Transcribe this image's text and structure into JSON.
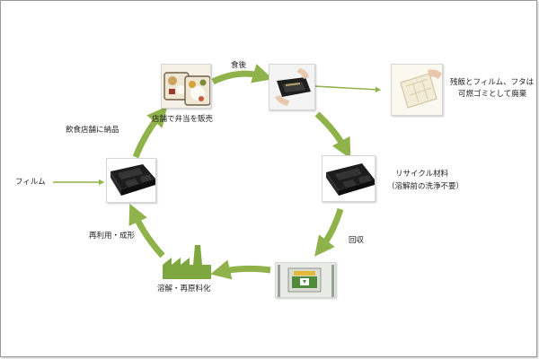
{
  "labels": {
    "after_meal": "食後",
    "sell_bento": "店舗で弁当を販売",
    "residue_1": "残飯とフィルム、フタは",
    "residue_2": "可燃ゴミとして廃棄",
    "deliver": "飲食店舗に納品",
    "film": "フィルム",
    "recycle_1": "リサイクル材料",
    "recycle_2": "（溶解前の洗浄不要）",
    "reuse": "再利用・成形",
    "collect": "回収",
    "melt": "溶解・再原料化"
  },
  "colors": {
    "arrow_green": "#8fb24a",
    "factory_green": "#7ea83f",
    "tray_black": "#1c1c1c"
  }
}
